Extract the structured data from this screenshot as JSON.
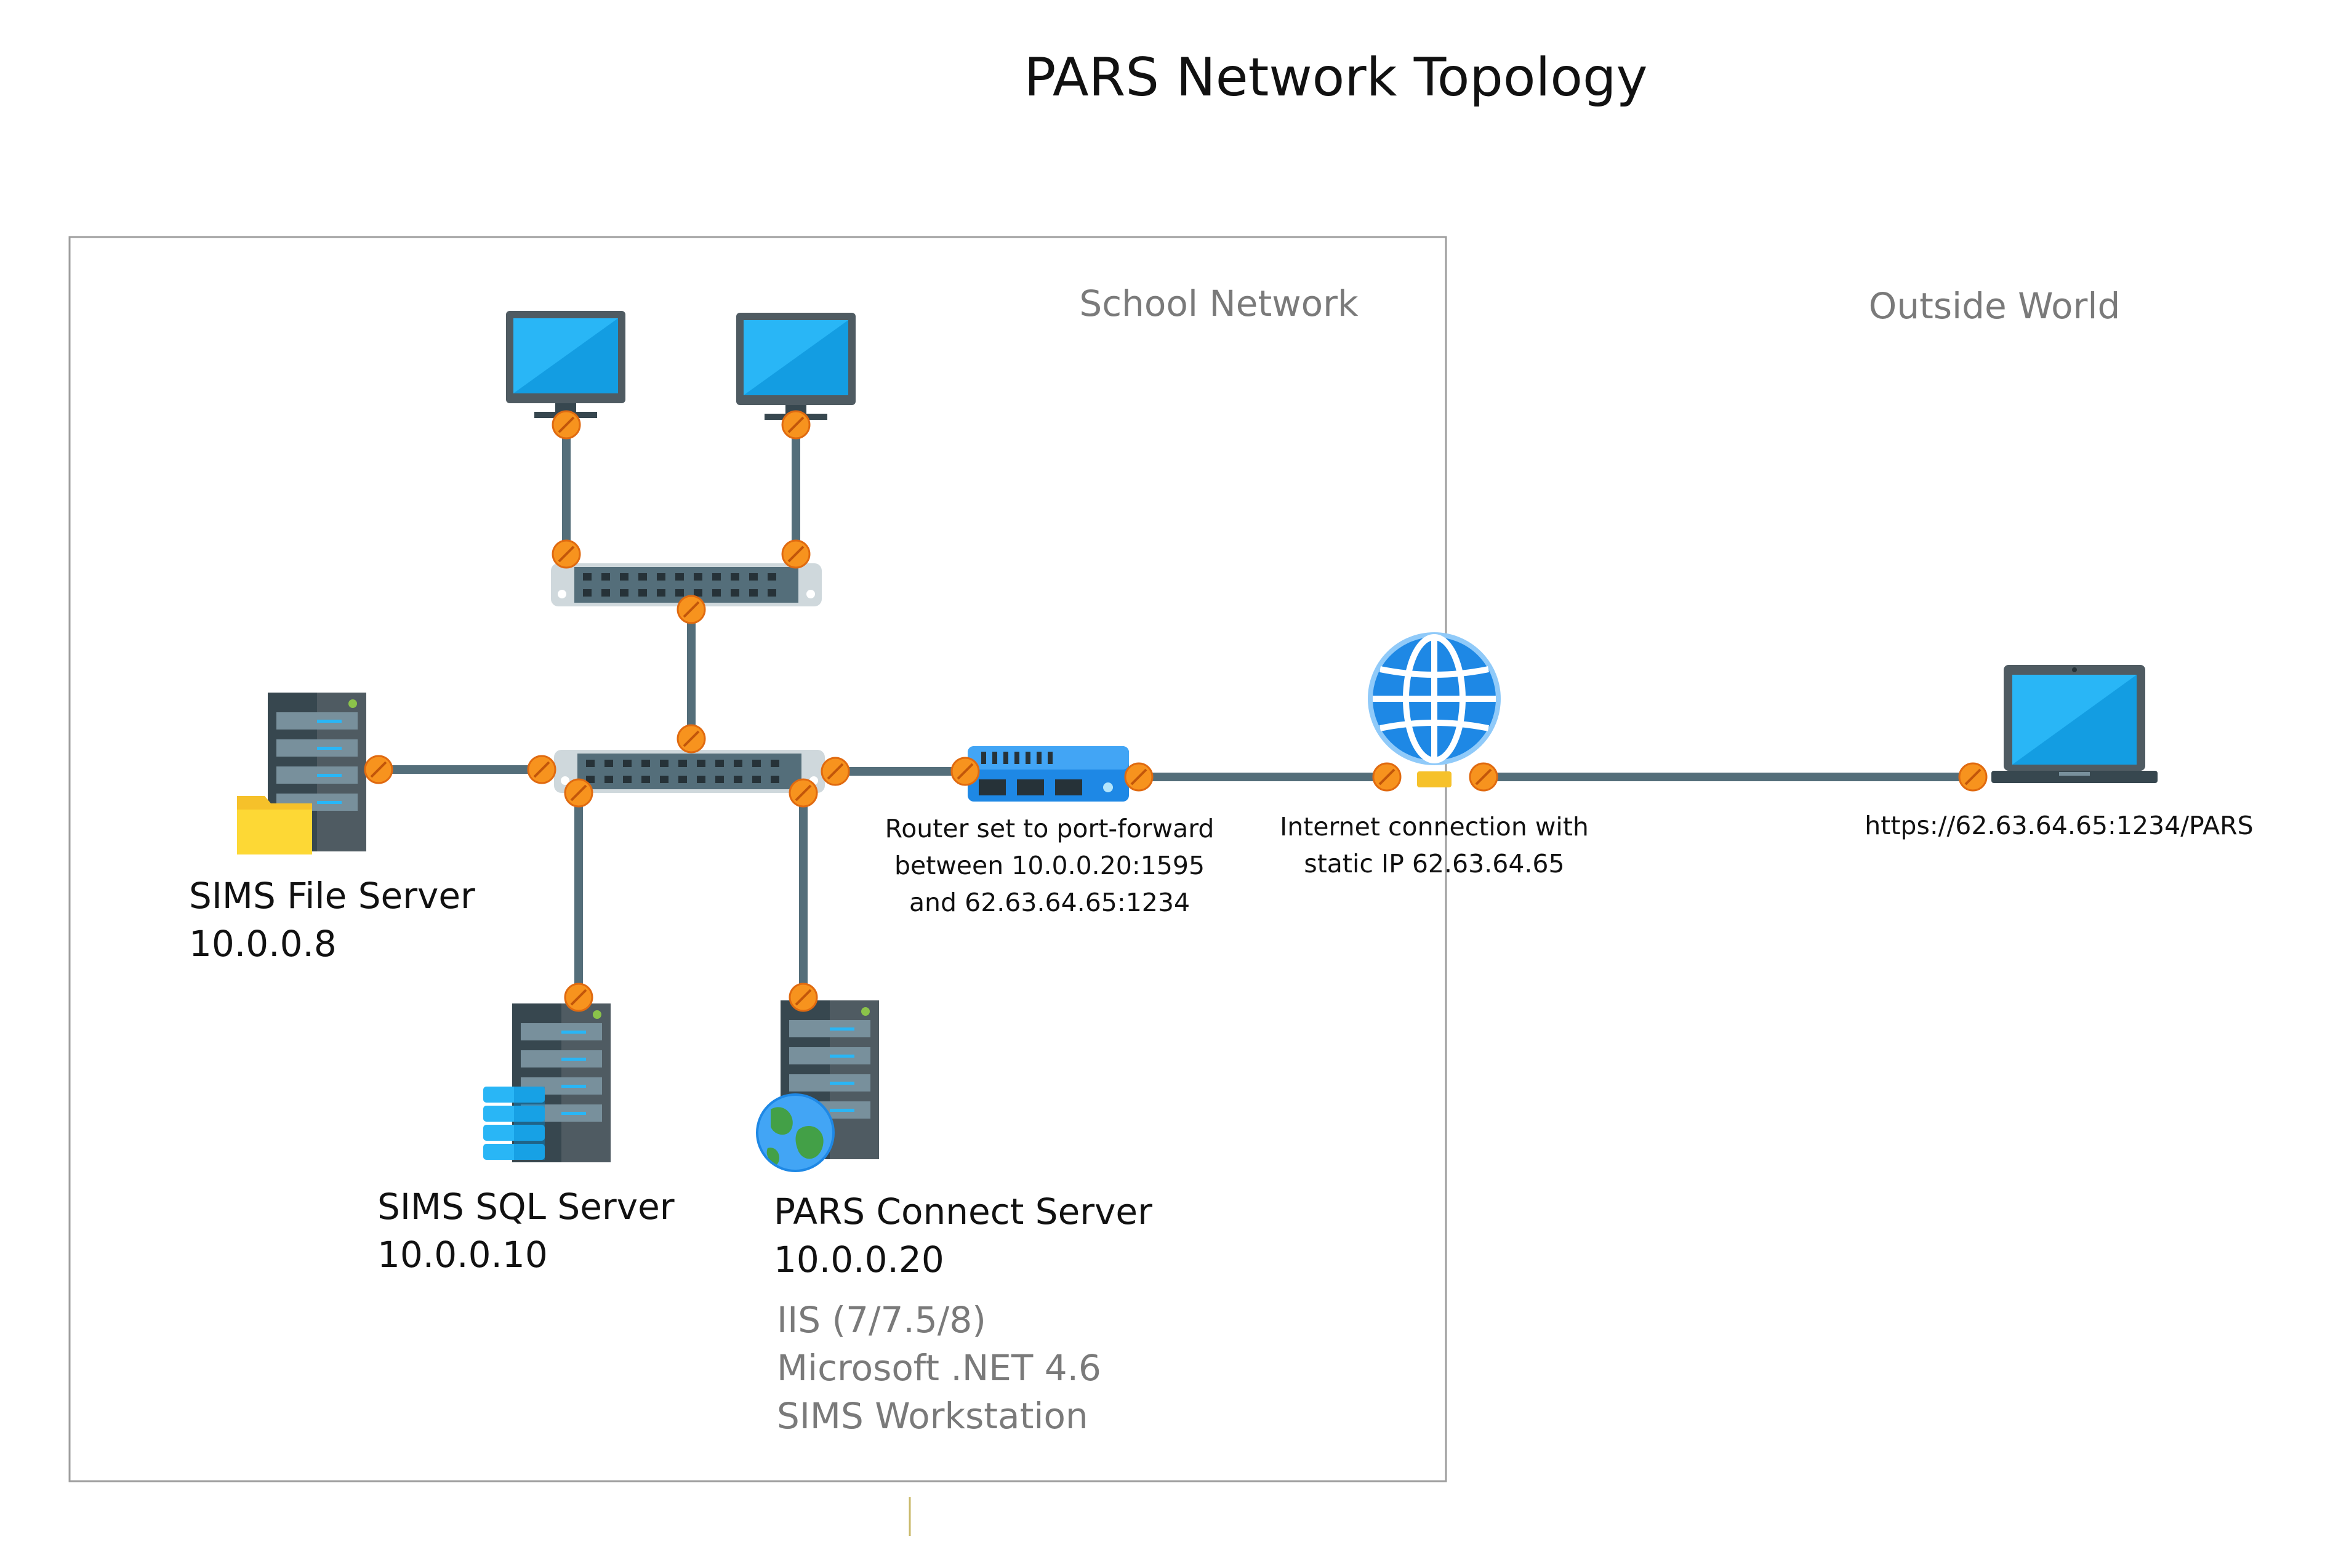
{
  "title": "PARS Network Topology",
  "zones": {
    "school": "School Network",
    "outside": "Outside World"
  },
  "servers": {
    "file": {
      "name": "SIMS File Server",
      "ip": "10.0.0.8"
    },
    "sql": {
      "name": "SIMS SQL Server",
      "ip": "10.0.0.10"
    },
    "connect": {
      "name": "PARS Connect Server",
      "ip": "10.0.0.20",
      "software": [
        "IIS (7/7.5/8)",
        "Microsoft .NET 4.6",
        "SIMS Workstation"
      ]
    }
  },
  "router": {
    "lines": [
      "Router set to port-forward",
      "between 10.0.0.20:1595",
      "and 62.63.64.65:1234"
    ]
  },
  "internet": {
    "lines": [
      "Internet connection with",
      "static IP 62.63.64.65"
    ]
  },
  "client": {
    "url": "https://62.63.64.65:1234/PARS"
  },
  "icons": [
    "monitor-icon",
    "switch-icon",
    "server-icon",
    "folder-icon",
    "database-icon",
    "globe-icon",
    "router-icon",
    "internet-globe-icon",
    "laptop-icon"
  ],
  "colors": {
    "link": "#546e7a",
    "port": "#f7931e",
    "screen": "#1e9be8",
    "server": "#4f5b62",
    "folder": "#f6c12a",
    "frame": "#9e9e9e"
  }
}
